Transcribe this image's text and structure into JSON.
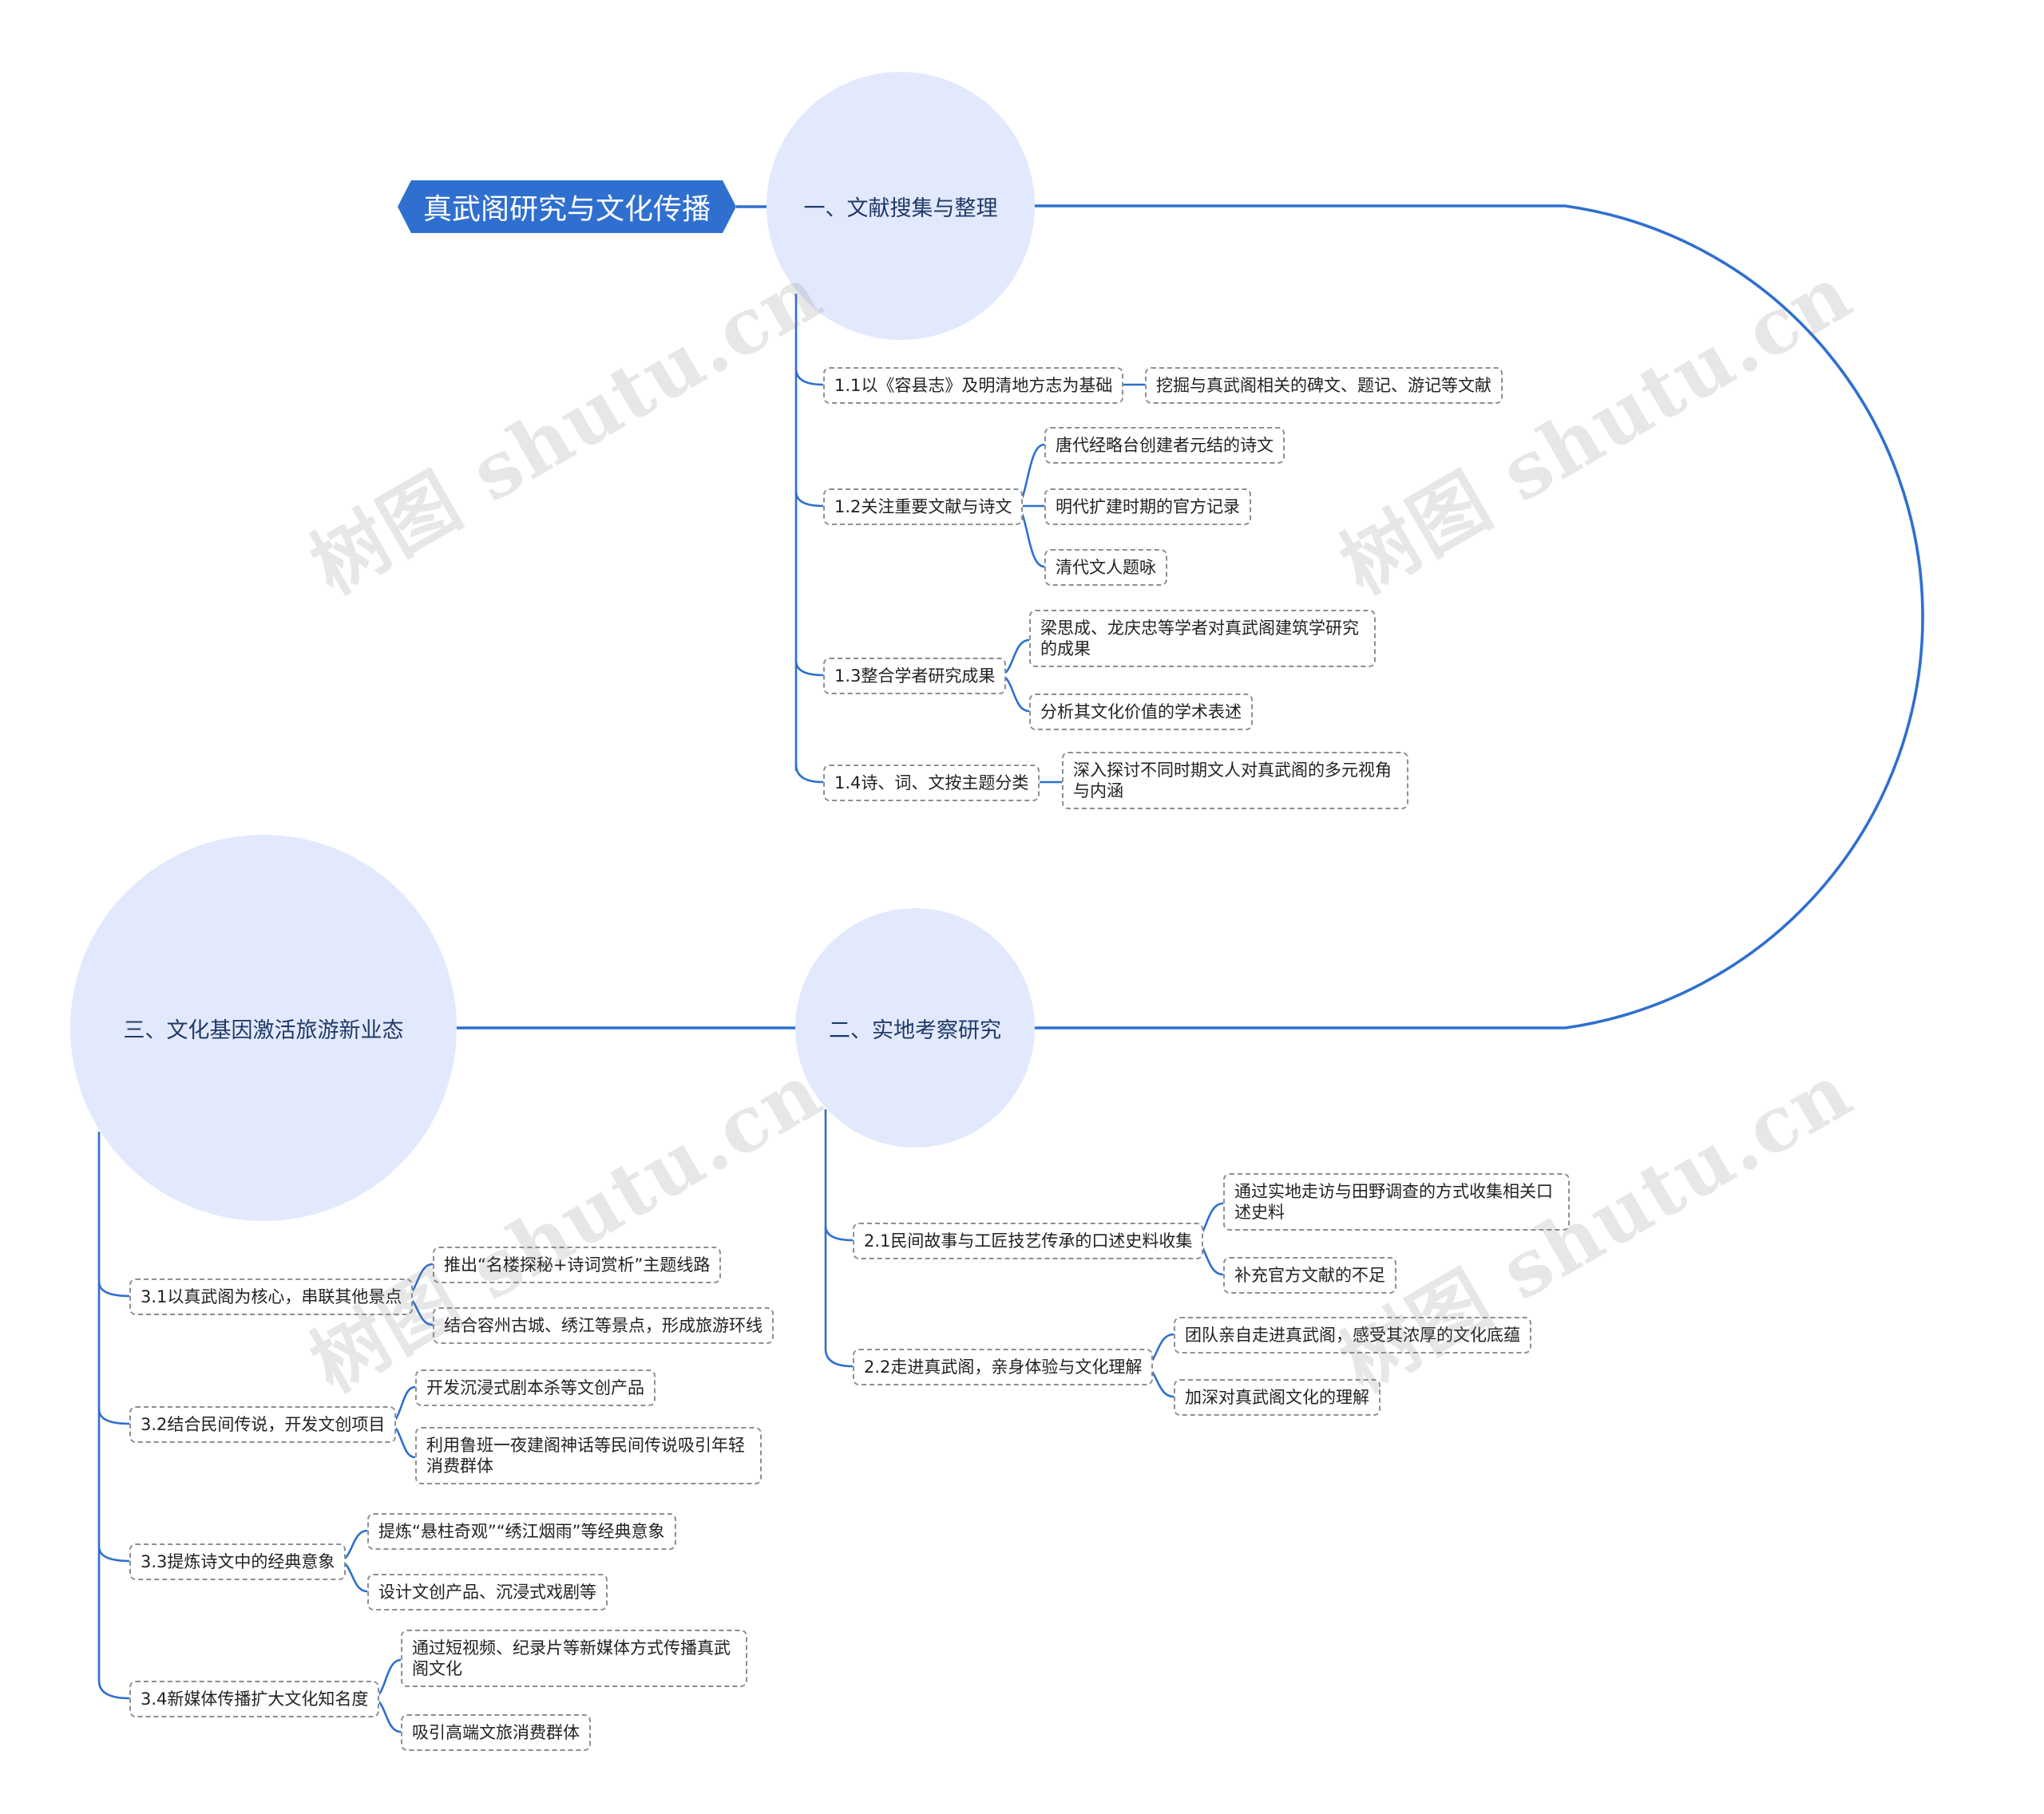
{
  "root": {
    "title": "真武阁研究与文化传播"
  },
  "topics": {
    "t1": "一、文献搜集与整理",
    "t2": "二、实地考察研究",
    "t3": "三、文化基因激活旅游新业态"
  },
  "nodes": {
    "n1_1": "1.1以《容县志》及明清地方志为基础",
    "n1_1a": "挖掘与真武阁相关的碑文、题记、游记等文献",
    "n1_2": "1.2关注重要文献与诗文",
    "n1_2a": "唐代经略台创建者元结的诗文",
    "n1_2b": "明代扩建时期的官方记录",
    "n1_2c": "清代文人题咏",
    "n1_3": "1.3整合学者研究成果",
    "n1_3a": "梁思成、龙庆忠等学者对真武阁建筑学研究的成果",
    "n1_3b": "分析其文化价值的学术表述",
    "n1_4": "1.4诗、词、文按主题分类",
    "n1_4a": "深入探讨不同时期文人对真武阁的多元视角与内涵",
    "n2_1": "2.1民间故事与工匠技艺传承的口述史料收集",
    "n2_1a": "通过实地走访与田野调查的方式收集相关口述史料",
    "n2_1b": "补充官方文献的不足",
    "n2_2": "2.2走进真武阁，亲身体验与文化理解",
    "n2_2a": "团队亲自走进真武阁，感受其浓厚的文化底蕴",
    "n2_2b": "加深对真武阁文化的理解",
    "n3_1": "3.1以真武阁为核心，串联其他景点",
    "n3_1a": "推出“名楼探秘+诗词赏析”主题线路",
    "n3_1b": "结合容州古城、绣江等景点，形成旅游环线",
    "n3_2": "3.2结合民间传说，开发文创项目",
    "n3_2a": "开发沉浸式剧本杀等文创产品",
    "n3_2b": "利用鲁班一夜建阁神话等民间传说吸引年轻消费群体",
    "n3_3": "3.3提炼诗文中的经典意象",
    "n3_3a": "提炼“悬柱奇观”“绣江烟雨”等经典意象",
    "n3_3b": "设计文创产品、沉浸式戏剧等",
    "n3_4": "3.4新媒体传播扩大文化知名度",
    "n3_4a": "通过短视频、纪录片等新媒体方式传播真武阁文化",
    "n3_4b": "吸引高端文旅消费群体"
  },
  "watermark": "树图 shutu.cn",
  "colors": {
    "accent": "#2f6fcf",
    "hub_fill": "#e3e9fd",
    "hub_text": "#1f3a68"
  }
}
